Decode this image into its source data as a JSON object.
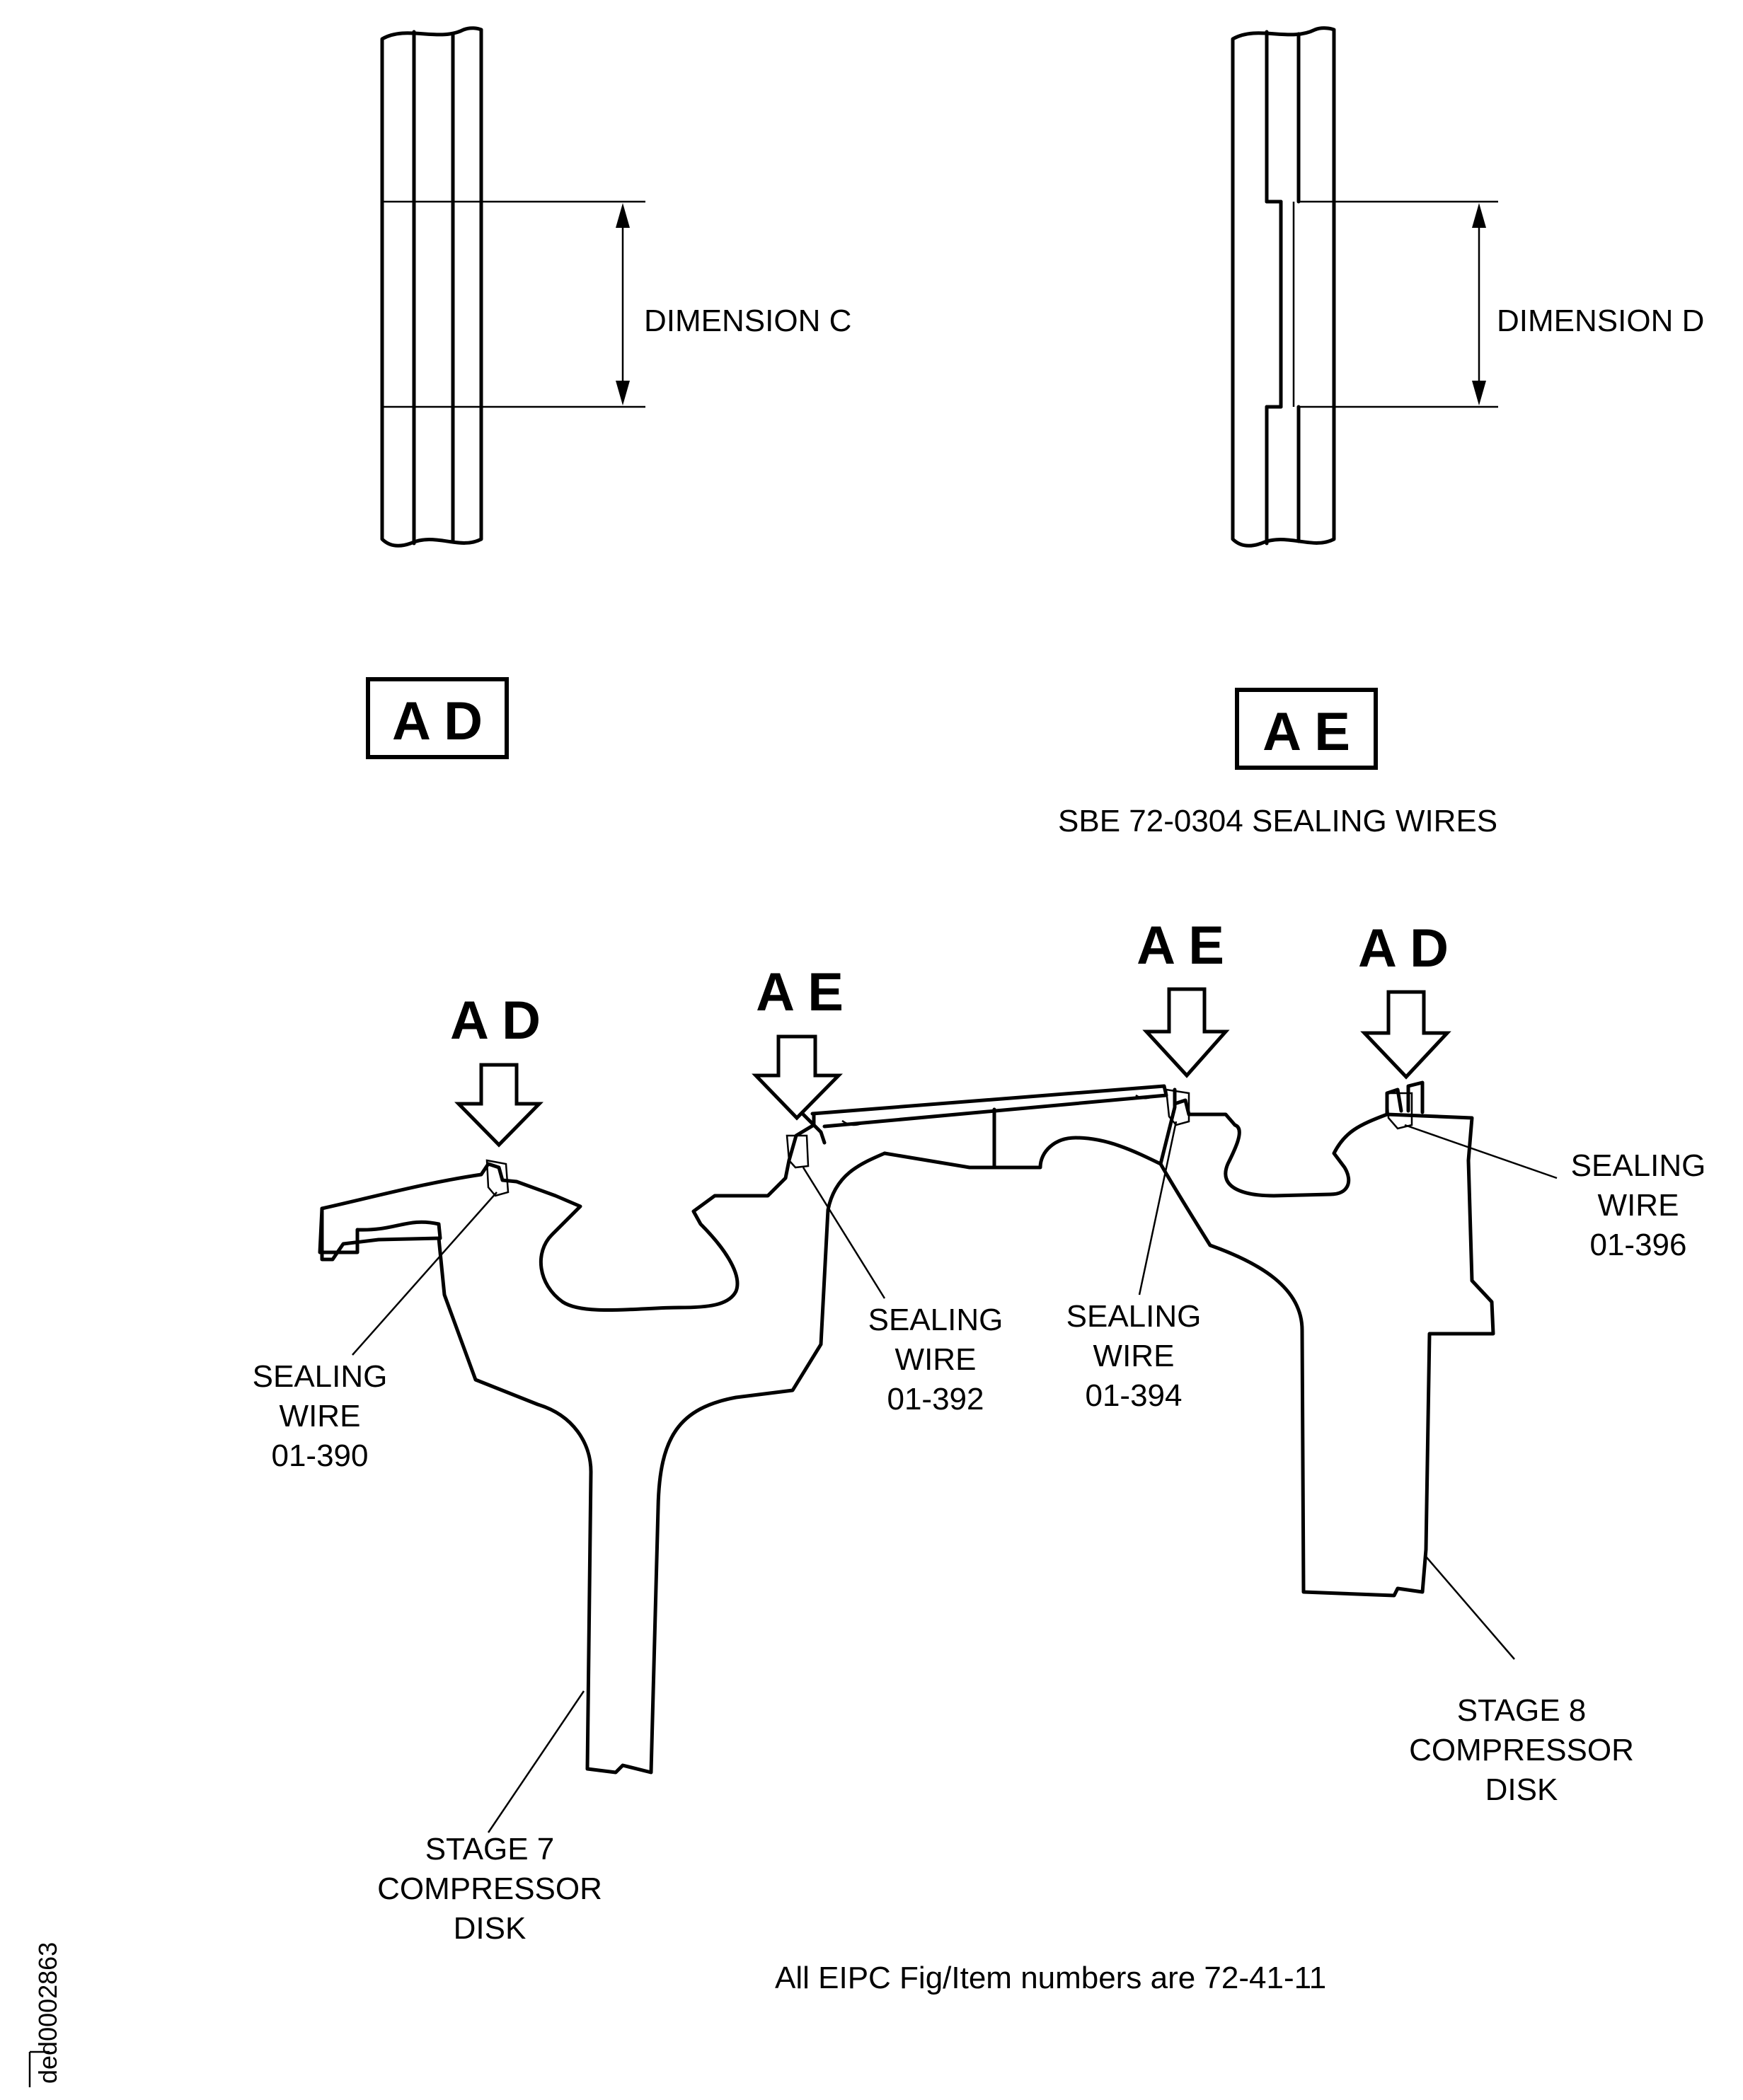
{
  "detail_ad": {
    "dimension_label": "DIMENSION C",
    "view_label": "A D"
  },
  "detail_ae": {
    "dimension_label": "DIMENSION D",
    "view_label": "A E",
    "note": "SBE 72-0304 SEALING WIRES"
  },
  "section": {
    "view_arrows": [
      "A D",
      "A E",
      "A E",
      "A D"
    ],
    "sealing_wires": [
      {
        "line1": "SEALING",
        "line2": "WIRE",
        "part": "01-390"
      },
      {
        "line1": "SEALING",
        "line2": "WIRE",
        "part": "01-392"
      },
      {
        "line1": "SEALING",
        "line2": "WIRE",
        "part": "01-394"
      },
      {
        "line1": "SEALING",
        "line2": "WIRE",
        "part": "01-396"
      }
    ],
    "stage7": {
      "line1": "STAGE 7",
      "line2": "COMPRESSOR",
      "line3": "DISK"
    },
    "stage8": {
      "line1": "STAGE 8",
      "line2": "COMPRESSOR",
      "line3": "DISK"
    },
    "footnote": "All EIPC Fig/Item numbers are 72-41-11"
  },
  "drawing_id": "ded0002863"
}
